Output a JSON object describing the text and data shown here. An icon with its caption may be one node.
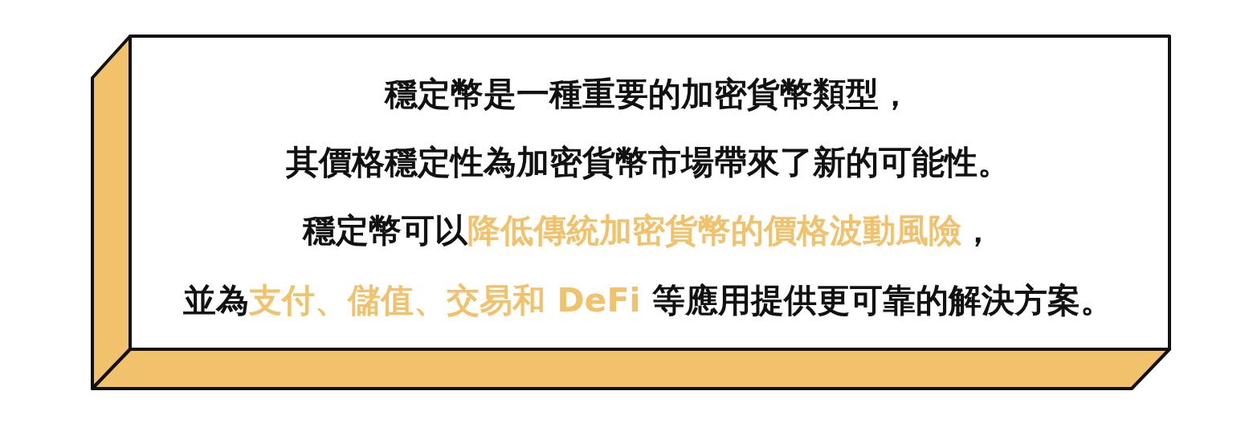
{
  "diagram": {
    "nodes": [
      {
        "text": [
          "穩定幣是一種重要的加密貨幣類型，",
          "其價格穩定性為加密貨幣市場帶來了新的可能性。",
          "穩定幣可以**降低傳統加密貨幣的價格波動風險**，",
          "並為**支付、儲值、交易和 DeFi** 等應用提供更可靠的解決方案。"
        ]
      }
    ]
  }
}
